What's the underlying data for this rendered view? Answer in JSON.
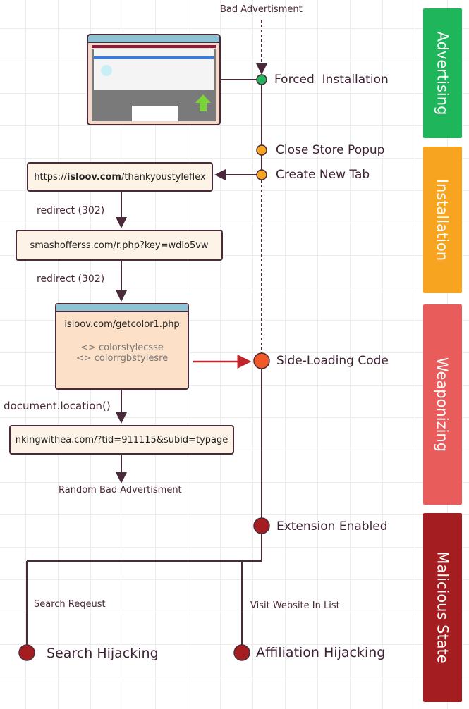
{
  "phases": [
    {
      "label": "Advertising",
      "color": "#1fb55a"
    },
    {
      "label": "Installation",
      "color": "#f7a521"
    },
    {
      "label": "Weaponizing",
      "color": "#e85c5c"
    },
    {
      "label": "Malicious State",
      "color": "#a41d20"
    }
  ],
  "timeline": {
    "top_label": "Bad Advertisment",
    "events": [
      {
        "label": "Forced  Installation",
        "color": "#1fb55a"
      },
      {
        "label": "Close Store Popup",
        "color": "#f7a521"
      },
      {
        "label": "Create New Tab",
        "color": "#f7a521"
      },
      {
        "label": "Side-Loading Code",
        "color": "#f05a28"
      },
      {
        "label": "Extension Enabled",
        "color": "#a41d20"
      }
    ],
    "branches": [
      {
        "edge_label": "Search Reqeust",
        "label": "Search Hijacking"
      },
      {
        "edge_label": "Visit Website In List",
        "label": "Affiliation Hijacking"
      }
    ]
  },
  "chain": {
    "box1_prefix": "https://",
    "box1_bold": "isloov.com",
    "box1_suffix": "/thankyoustyleflex",
    "redirect1": "redirect (302)",
    "box2": "smashofferss.com/r.php?key=wdlo5vw",
    "redirect2": "redirect (302)",
    "box3_title": "isloov.com/getcolor1.php",
    "box3_line1": "<> colorstylecsse",
    "box3_line2": "<> colorrgbstylesre",
    "doc_location": "document.location()",
    "box4": "nkingwithea.com/?tid=911115&subid=typage",
    "end_label": "Random Bad Advertisment"
  }
}
